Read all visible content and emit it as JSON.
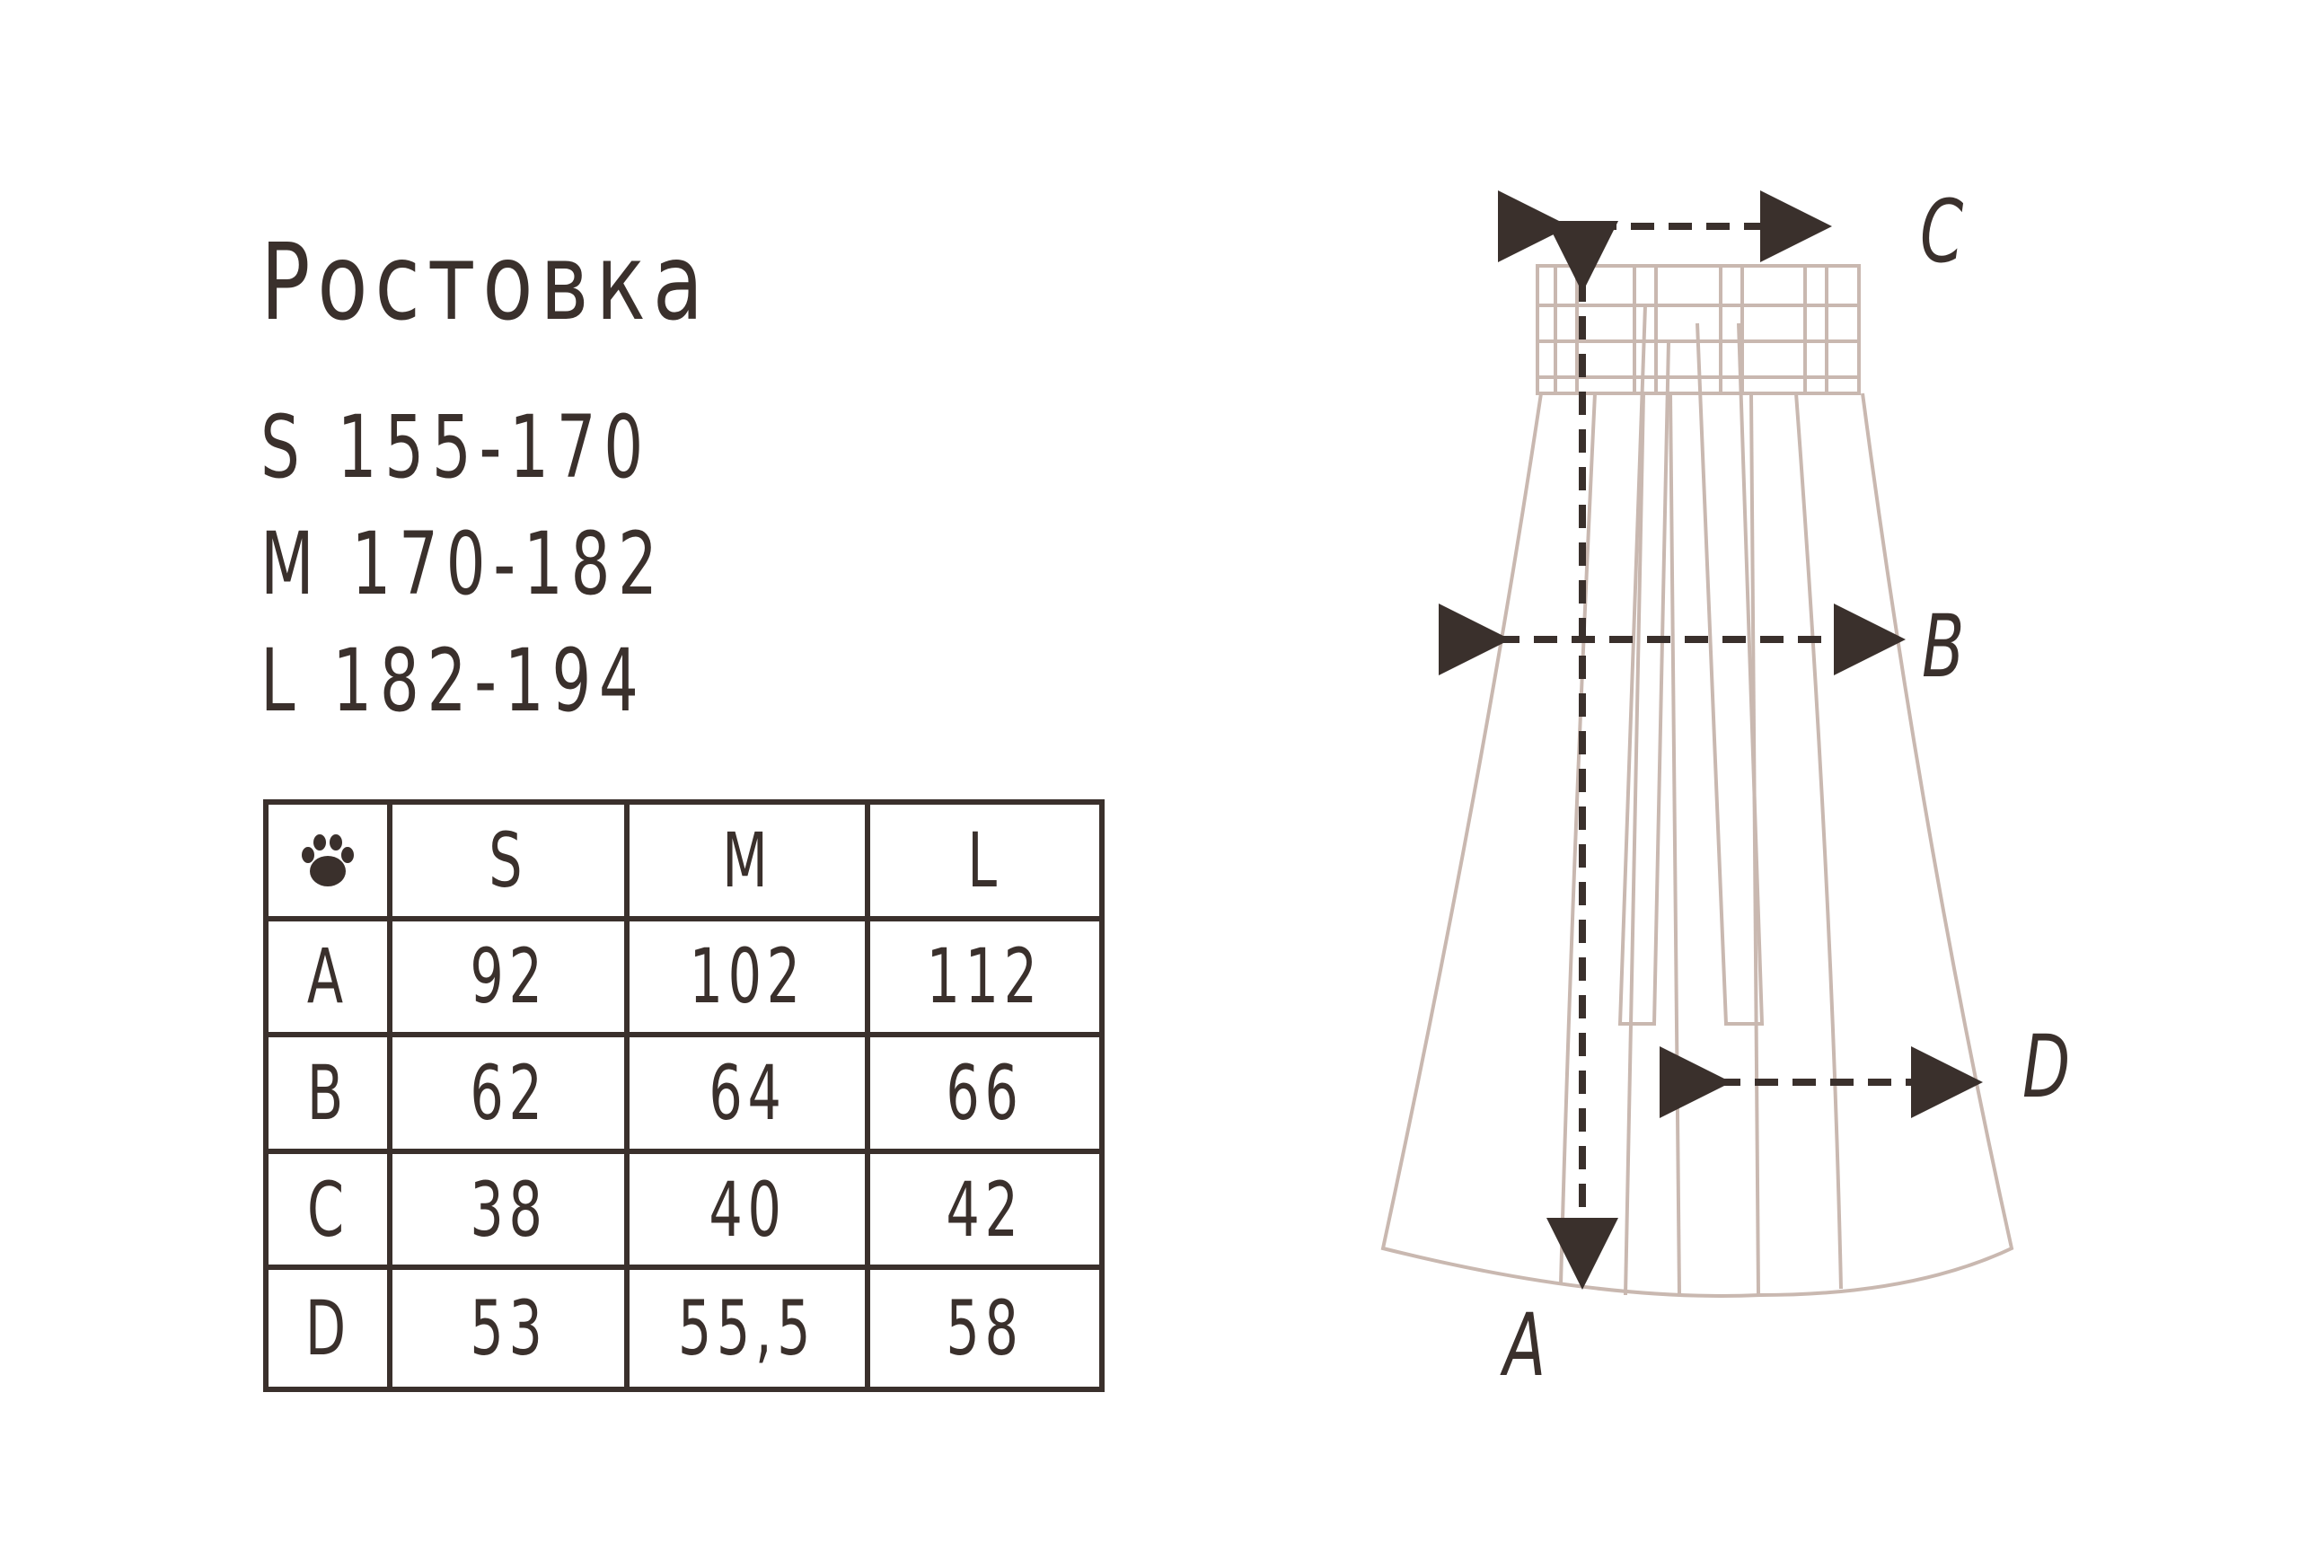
{
  "title": "Ростовка",
  "sizes": [
    {
      "size": "S",
      "range": "155-170"
    },
    {
      "size": "M",
      "range": "170-182"
    },
    {
      "size": "L",
      "range": "182-194"
    }
  ],
  "table": {
    "header_icon": "paw-icon",
    "columns": [
      "S",
      "M",
      "L"
    ],
    "rows": [
      {
        "label": "A",
        "values": [
          "92",
          "102",
          "112"
        ]
      },
      {
        "label": "B",
        "values": [
          "62",
          "64",
          "66"
        ]
      },
      {
        "label": "C",
        "values": [
          "38",
          "40",
          "42"
        ]
      },
      {
        "label": "D",
        "values": [
          "53",
          "55,5",
          "58"
        ]
      }
    ]
  },
  "diagram": {
    "labels": {
      "a": "A",
      "b": "B",
      "c": "C",
      "d": "D"
    },
    "colors": {
      "outline": "#c9b8b0",
      "arrows": "#3a302c"
    }
  }
}
